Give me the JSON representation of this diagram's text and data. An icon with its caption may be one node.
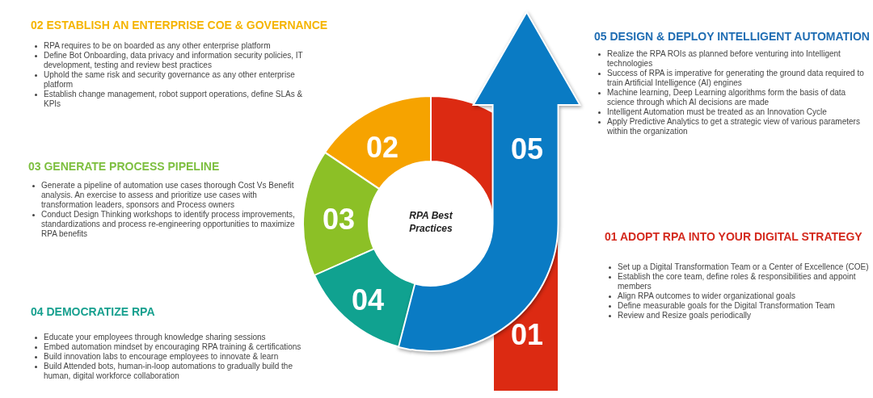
{
  "diagram": {
    "nodes": [
      {
        "text": [
          "01"
        ]
      },
      {
        "text": [
          "02"
        ]
      },
      {
        "text": [
          "03"
        ]
      },
      {
        "text": [
          "04"
        ]
      },
      {
        "text": [
          "05"
        ]
      },
      {
        "text": [
          "RPA Best Practices"
        ]
      },
      {
        "text": [],
        "shape": "arc"
      }
    ],
    "labels": [
      "02 ESTABLISH AN ENTERPRISE COE & GOVERNANCE",
      "RPA requires to be on boarded as any other enterprise platform",
      "Define Bot Onboarding, data privacy and information security policies, IT development, testing and review best practices",
      "Uphold the same risk and security governance as any other enterprise platform",
      "Establish change management, robot support operations, define SLAs & KPIs",
      "05 DESIGN & DEPLOY INTELLIGENT AUTOMATION",
      "Realize the RPA ROIs as planned before venturing into Intelligent technologies",
      "Success of RPA is imperative for generating  the ground data required to train Artificial Intelligence (AI) engines",
      "Machine learning, Deep Learning algorithms form the basis of data science through which AI decisions are made",
      "Intelligent Automation must be treated as an Innovation Cycle",
      "Apply Predictive Analytics to get a strategic view of various parameters within the organization",
      "03 GENERATE PROCESS PIPELINE",
      "Generate a pipeline of automation use cases thorough Cost Vs Benefit analysis. An exercise to assess and prioritize use cases  with transformation leaders, sponsors  and Process owners",
      "Conduct Design Thinking workshops to identify process improvements, standardizations and process re-engineering opportunities to maximize RPA benefits",
      "01 ADOPT RPA INTO YOUR DIGITAL STRATEGY",
      "Set up a Digital Transformation Team or a Center of Excellence (COE)",
      "Establish the core team, define roles & responsibilities and appoint members",
      "Align RPA outcomes to wider organizational goals",
      "Define measurable goals for the Digital Transformation Team",
      "Review and Resize goals periodically",
      "04 DEMOCRATIZE RPA",
      "Educate your employees through knowledge sharing sessions",
      "Embed automation mindset by encouraging RPA training & certifications",
      "Build innovation labs to encourage employees to innovate & learn",
      "Build Attended bots, human-in-loop automations to gradually build the human, digital workforce collaboration"
    ]
  }
}
